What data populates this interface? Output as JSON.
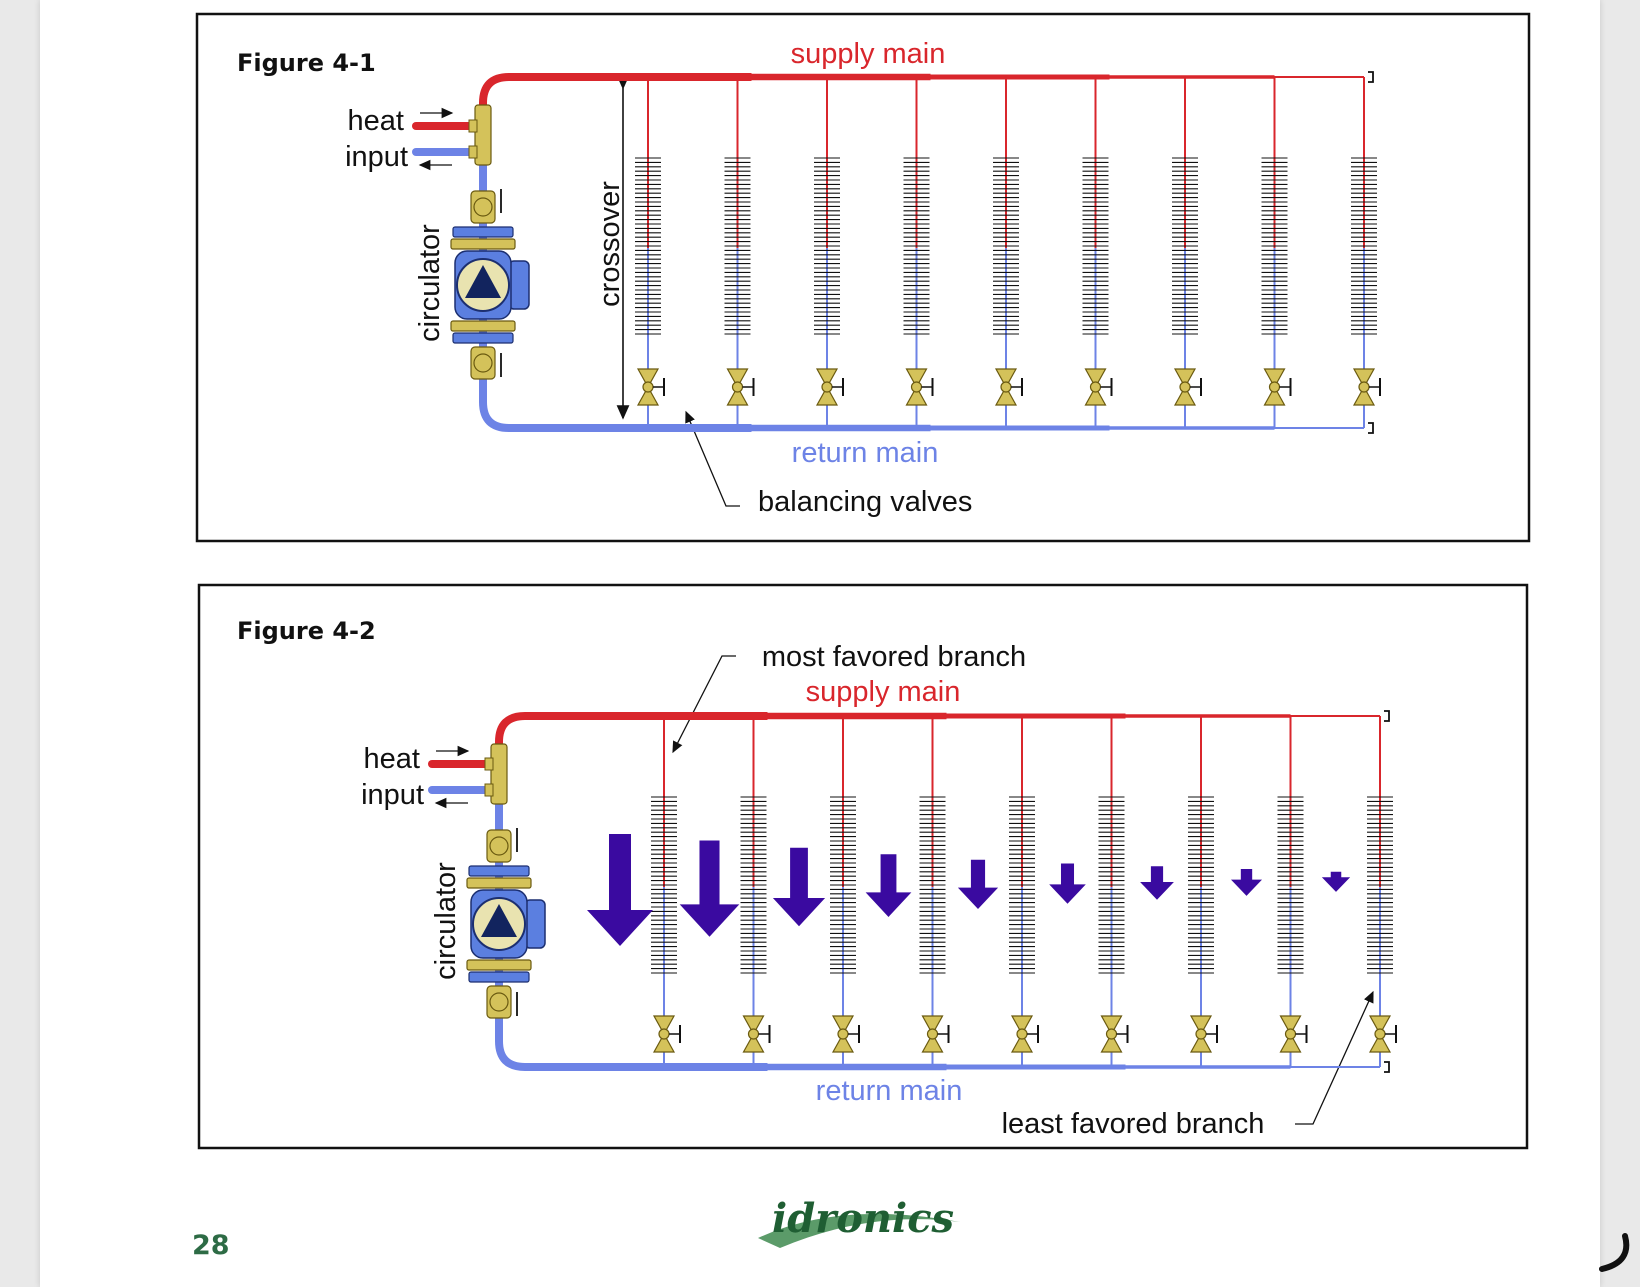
{
  "figures": [
    {
      "label": "Figure 4-1",
      "supply_main": "supply main",
      "return_main": "return main",
      "heat": "heat",
      "input": "input",
      "circulator": "circulator",
      "crossover": "crossover",
      "callouts": [
        "balancing valves"
      ],
      "branch_count": 9
    },
    {
      "label": "Figure 4-2",
      "supply_main": "supply main",
      "return_main": "return main",
      "heat": "heat",
      "input": "input",
      "circulator": "circulator",
      "callouts": [
        "most favored branch",
        "least favored branch"
      ],
      "branch_count": 9,
      "flow_arrows_relative": [
        1.0,
        0.86,
        0.7,
        0.56,
        0.44,
        0.36,
        0.3,
        0.24,
        0.18
      ]
    }
  ],
  "footer": {
    "page_number": "28",
    "logo": "idronics"
  },
  "colors": {
    "supply": "#d9262c",
    "return": "#6d83e6",
    "valve": "#d4c25a",
    "pump_body": "#5b7fe0",
    "flow_arrow": "#3a0aa0"
  }
}
